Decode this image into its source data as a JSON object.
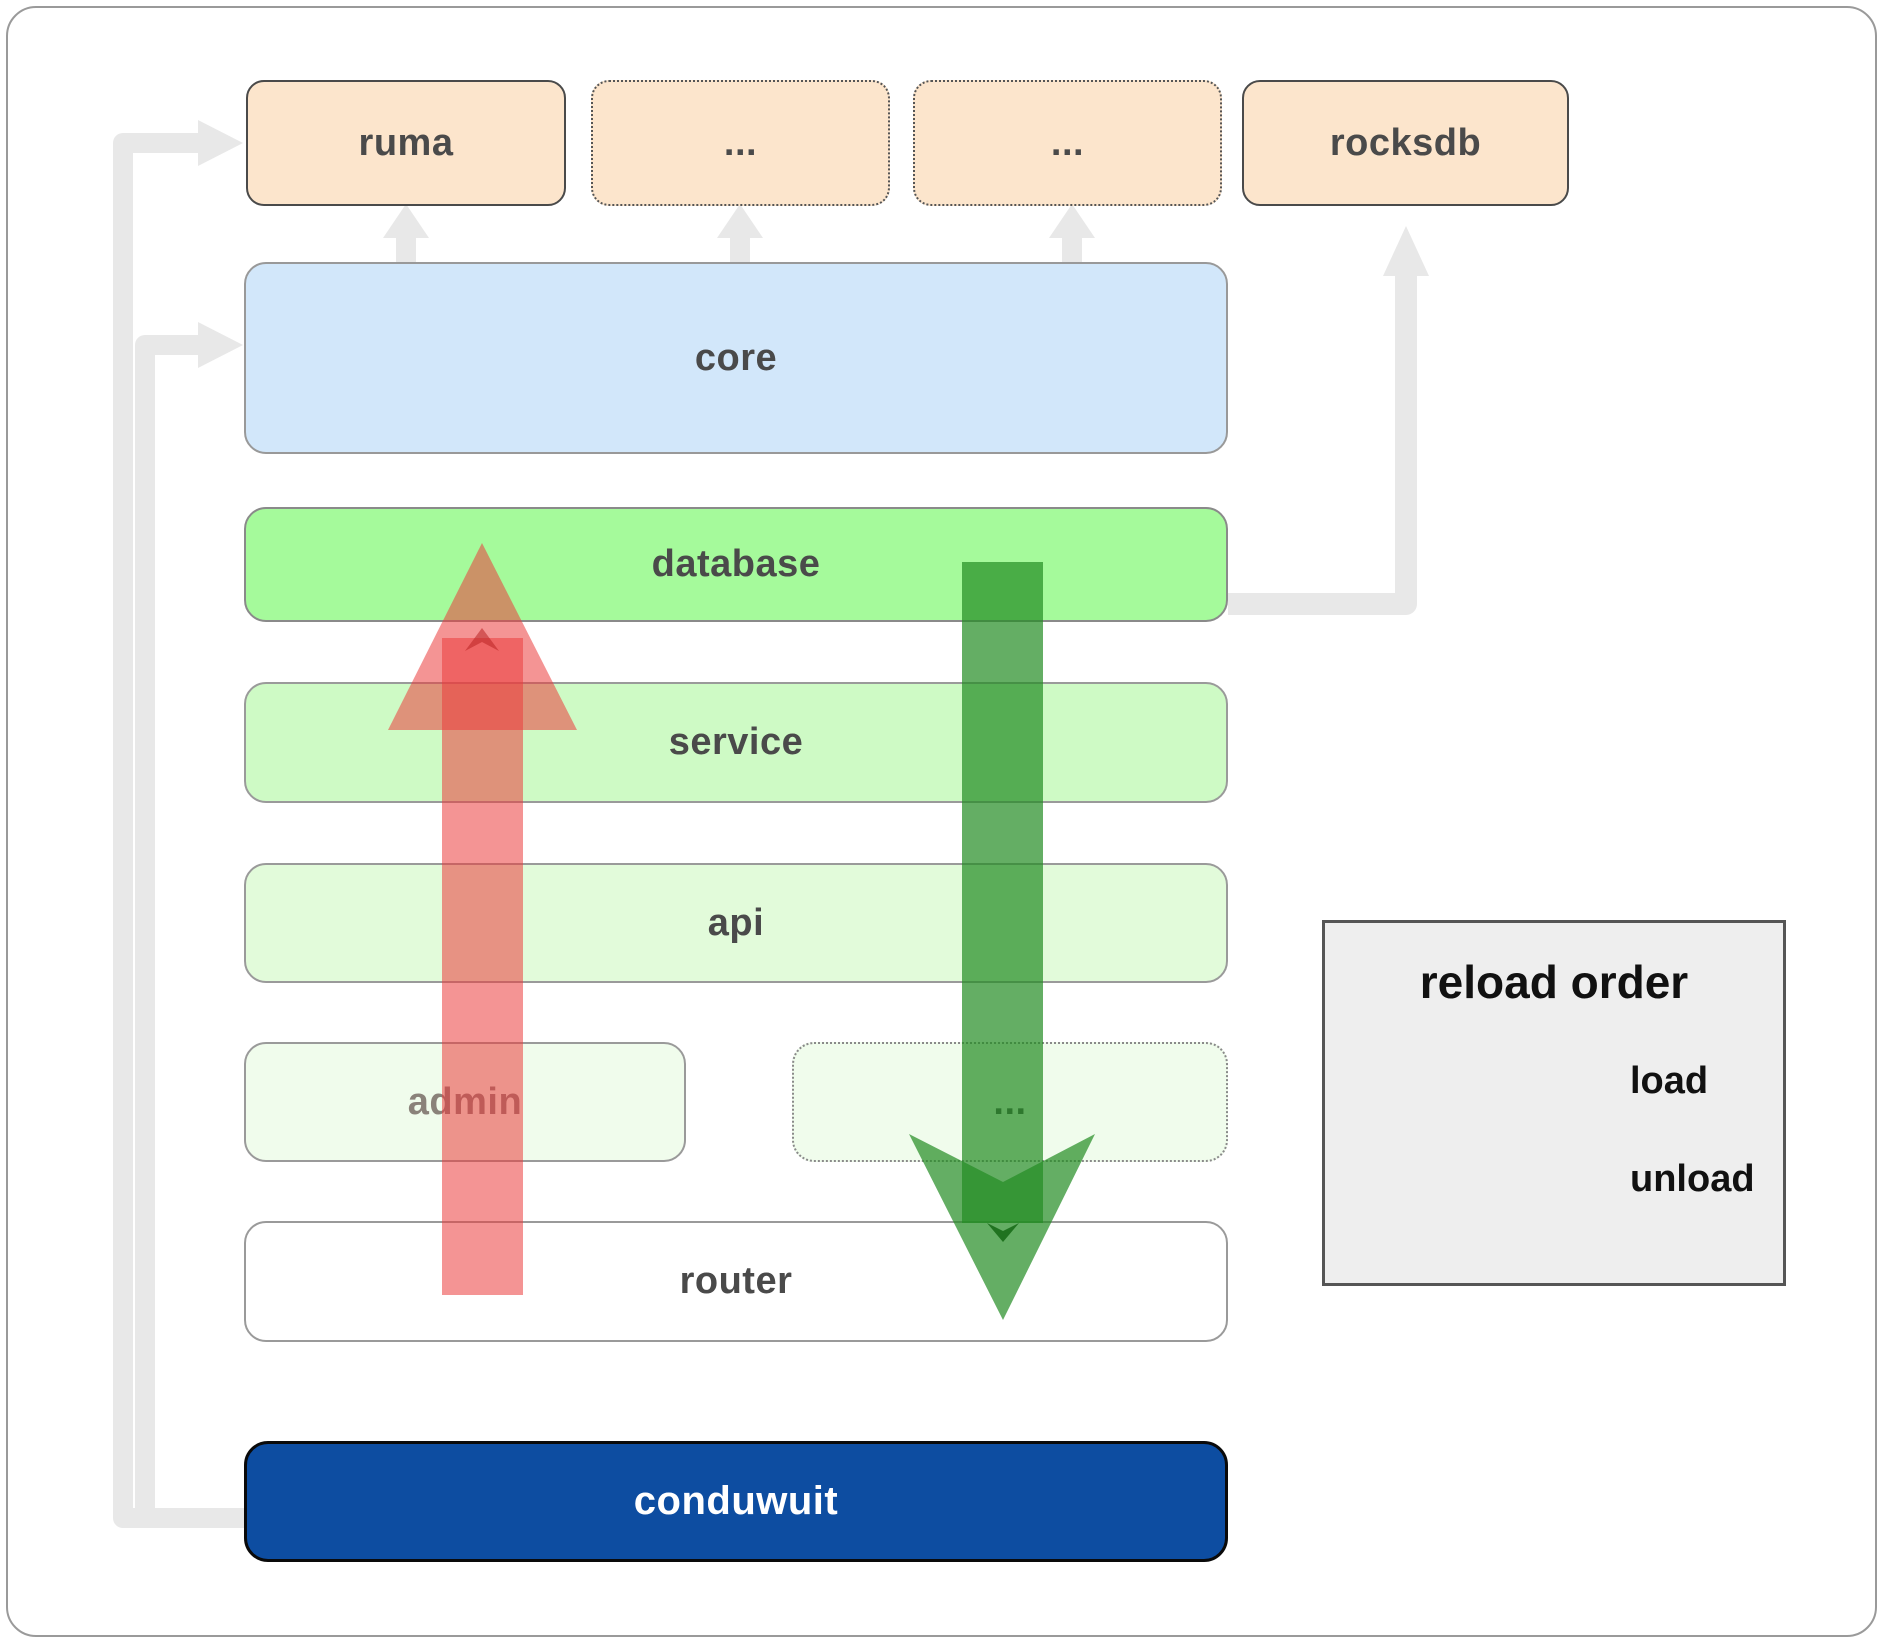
{
  "boxes": {
    "ruma": "ruma",
    "ellipsis_top_1": "...",
    "ellipsis_top_2": "...",
    "rocksdb": "rocksdb",
    "core": "core",
    "database": "database",
    "service": "service",
    "api": "api",
    "admin": "admin",
    "ellipsis_admin": "...",
    "router": "router",
    "conduwuit": "conduwuit"
  },
  "legend": {
    "title": "reload order",
    "items": [
      {
        "label": "load",
        "color": "#228b22"
      },
      {
        "label": "unload",
        "color": "#eb3c3c"
      }
    ]
  },
  "colors": {
    "load_arrow": "rgba(34,139,34,0.7)",
    "unload_arrow": "rgba(235,60,60,0.55)",
    "connector_gray": "#e8e8e8",
    "core_fill": "#d2e7fa",
    "database_fill": "#a5fa9b",
    "service_fill": "#cefac5",
    "api_fill": "#e2fbda",
    "admin_fill": "#f0fcec",
    "dependency_fill": "#fce5cc",
    "conduwuit_fill": "#0d4da1",
    "legend_bg": "#eeeeee"
  }
}
